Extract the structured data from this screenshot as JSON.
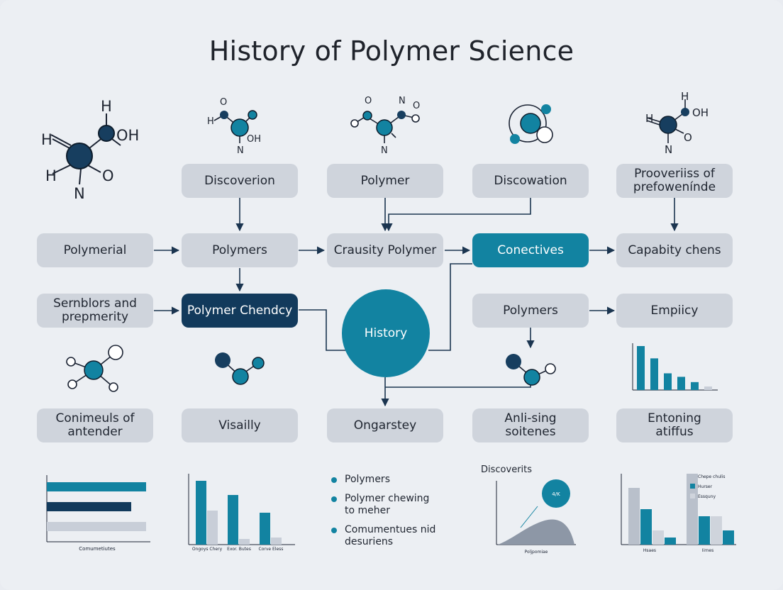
{
  "title": "History of Polymer Science",
  "colors": {
    "teal": "#1283a1",
    "navy": "#123a5c",
    "node": "#cfd4dc",
    "bg": "#eceff3",
    "gray": "#c8ced8"
  },
  "nodes": {
    "discoverion": "Discoverion",
    "polymer": "Polymer",
    "discowation": "Discowation",
    "prooveriiss_l1": "Prooveriiss of",
    "prooveriiss_l2": "prefowenínde",
    "polymerial": "Polymerial",
    "polymers_mid": "Polymers",
    "crausity": "Crausity Polymer",
    "conectives": "Conectives",
    "capability": "Capabity chens",
    "sernblors_l1": "Sernblors and",
    "sernblors_l2": "prepmerity",
    "chendcy": "Polymer Chendcy",
    "history": "History",
    "polymers_right": "Polymers",
    "empiicy": "Empiicy",
    "conimeuls_l1": "Conimeuls of",
    "conimeuls_l2": "antender",
    "visailly": "Visailly",
    "ongarstey": "Ongarstey",
    "anli_l1": "Anli-sing",
    "anli_l2": "soitenes",
    "entoning_l1": "Entoning",
    "entoning_l2": "atiffus"
  },
  "molecules": {
    "m1": {
      "h1": "H",
      "oh": "OH",
      "h2": "H",
      "h3": "H",
      "o": "O",
      "n": "N"
    },
    "m2": {
      "o": "O",
      "h": "H",
      "oh": "OH",
      "n": "N"
    },
    "m3": {
      "o": "O",
      "n1": "N",
      "o2": "O",
      "n2": "N"
    },
    "m5": {
      "h1": "H",
      "oh": "OH",
      "h2": "H",
      "o": "O",
      "n": "N"
    }
  },
  "legend": {
    "items": [
      "Polymers",
      "Polymer chewing",
      "Comumentues nid"
    ],
    "items_l2": [
      "",
      "to meher",
      "desuriens"
    ]
  },
  "chart_data": [
    {
      "type": "bar",
      "orientation": "horizontal",
      "categories": [
        "",
        "",
        ""
      ],
      "values": [
        100,
        85,
        100
      ],
      "xlabel": "Comumetiutes",
      "colors": [
        "#1283a1",
        "#123a5c",
        "#c8ced8"
      ]
    },
    {
      "type": "bar",
      "categories": [
        "Ongoys Chery",
        "Exor. Butes",
        "Corve Eless"
      ],
      "series": [
        {
          "values": [
            90,
            70,
            45
          ]
        },
        {
          "values": [
            48,
            8,
            10
          ]
        }
      ],
      "ylim": [
        0,
        100
      ],
      "colors": [
        "#1283a1",
        "#c8ced8"
      ]
    },
    {
      "type": "area",
      "title": "Discoverits",
      "annotation": "4/K",
      "xlabel": "Poljpomiae",
      "ylim": [
        0,
        100
      ]
    },
    {
      "type": "bar",
      "legend": [
        "Chepe chulis",
        "Hurser",
        "Essquny"
      ],
      "categories": [
        "Hsaes",
        "Iirnes"
      ],
      "series": [
        {
          "values": [
            80,
            100
          ]
        },
        {
          "values": [
            50,
            40
          ]
        },
        {
          "values": [
            20,
            40
          ]
        },
        {
          "values": [
            10,
            20
          ]
        }
      ],
      "ylim": [
        0,
        100
      ],
      "colors": [
        "#b9c0cb",
        "#1283a1",
        "#cfd4dc"
      ]
    },
    {
      "type": "bar",
      "values": [
        100,
        72,
        38,
        30,
        18,
        8
      ],
      "colors": [
        "#1283a1",
        "#1283a1",
        "#1283a1",
        "#1283a1",
        "#1283a1",
        "#c8ced8"
      ]
    }
  ]
}
